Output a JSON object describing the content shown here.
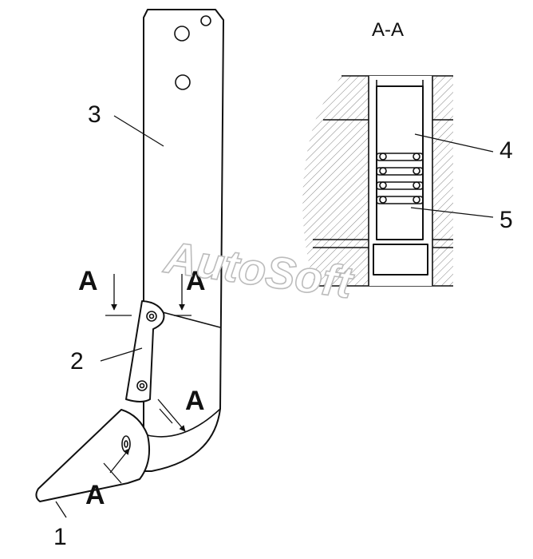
{
  "section_title": "A-A",
  "watermark": "AutoSoft",
  "section_labels": [
    "A",
    "A",
    "A",
    "A"
  ],
  "callouts": [
    "1",
    "2",
    "3",
    "4",
    "5"
  ]
}
